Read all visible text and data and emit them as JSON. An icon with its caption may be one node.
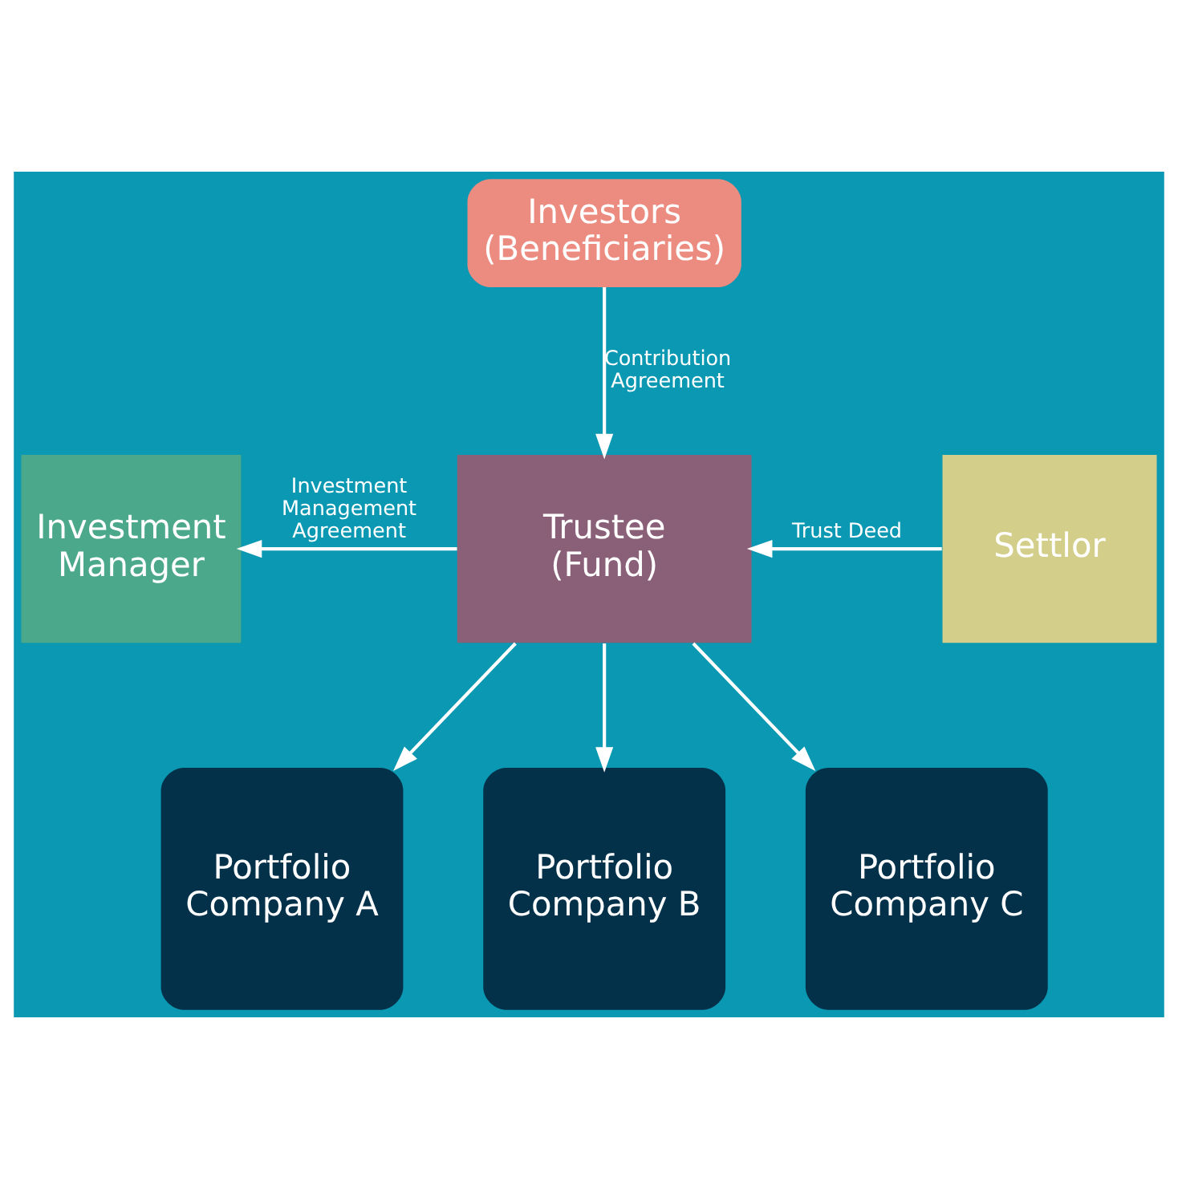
{
  "diagram": {
    "nodes": [
      {
        "text": [
          "Investors (Beneficiaries)"
        ]
      },
      {
        "text": [
          "Trustee (Fund)"
        ]
      },
      {
        "text": [
          "Investment Manager"
        ]
      },
      {
        "text": [
          "Settlor"
        ]
      },
      {
        "text": [
          "Portfolio Company A"
        ]
      },
      {
        "text": [
          "Portfolio Company B"
        ]
      },
      {
        "text": [
          "Portfolio Company C"
        ]
      }
    ],
    "edges": [
      {
        "from": 0,
        "to": 1,
        "arrow": "to",
        "label": "Contribution Agreement"
      },
      {
        "from": 1,
        "to": 2,
        "arrow": "to",
        "label": "Investment Management Agreement"
      },
      {
        "from": 3,
        "to": 1,
        "arrow": "to",
        "label": "Trust Deed"
      },
      {
        "from": 1,
        "to": 4,
        "arrow": "to"
      },
      {
        "from": 1,
        "to": 5,
        "arrow": "to"
      },
      {
        "from": 1,
        "to": 6,
        "arrow": "to"
      }
    ]
  }
}
